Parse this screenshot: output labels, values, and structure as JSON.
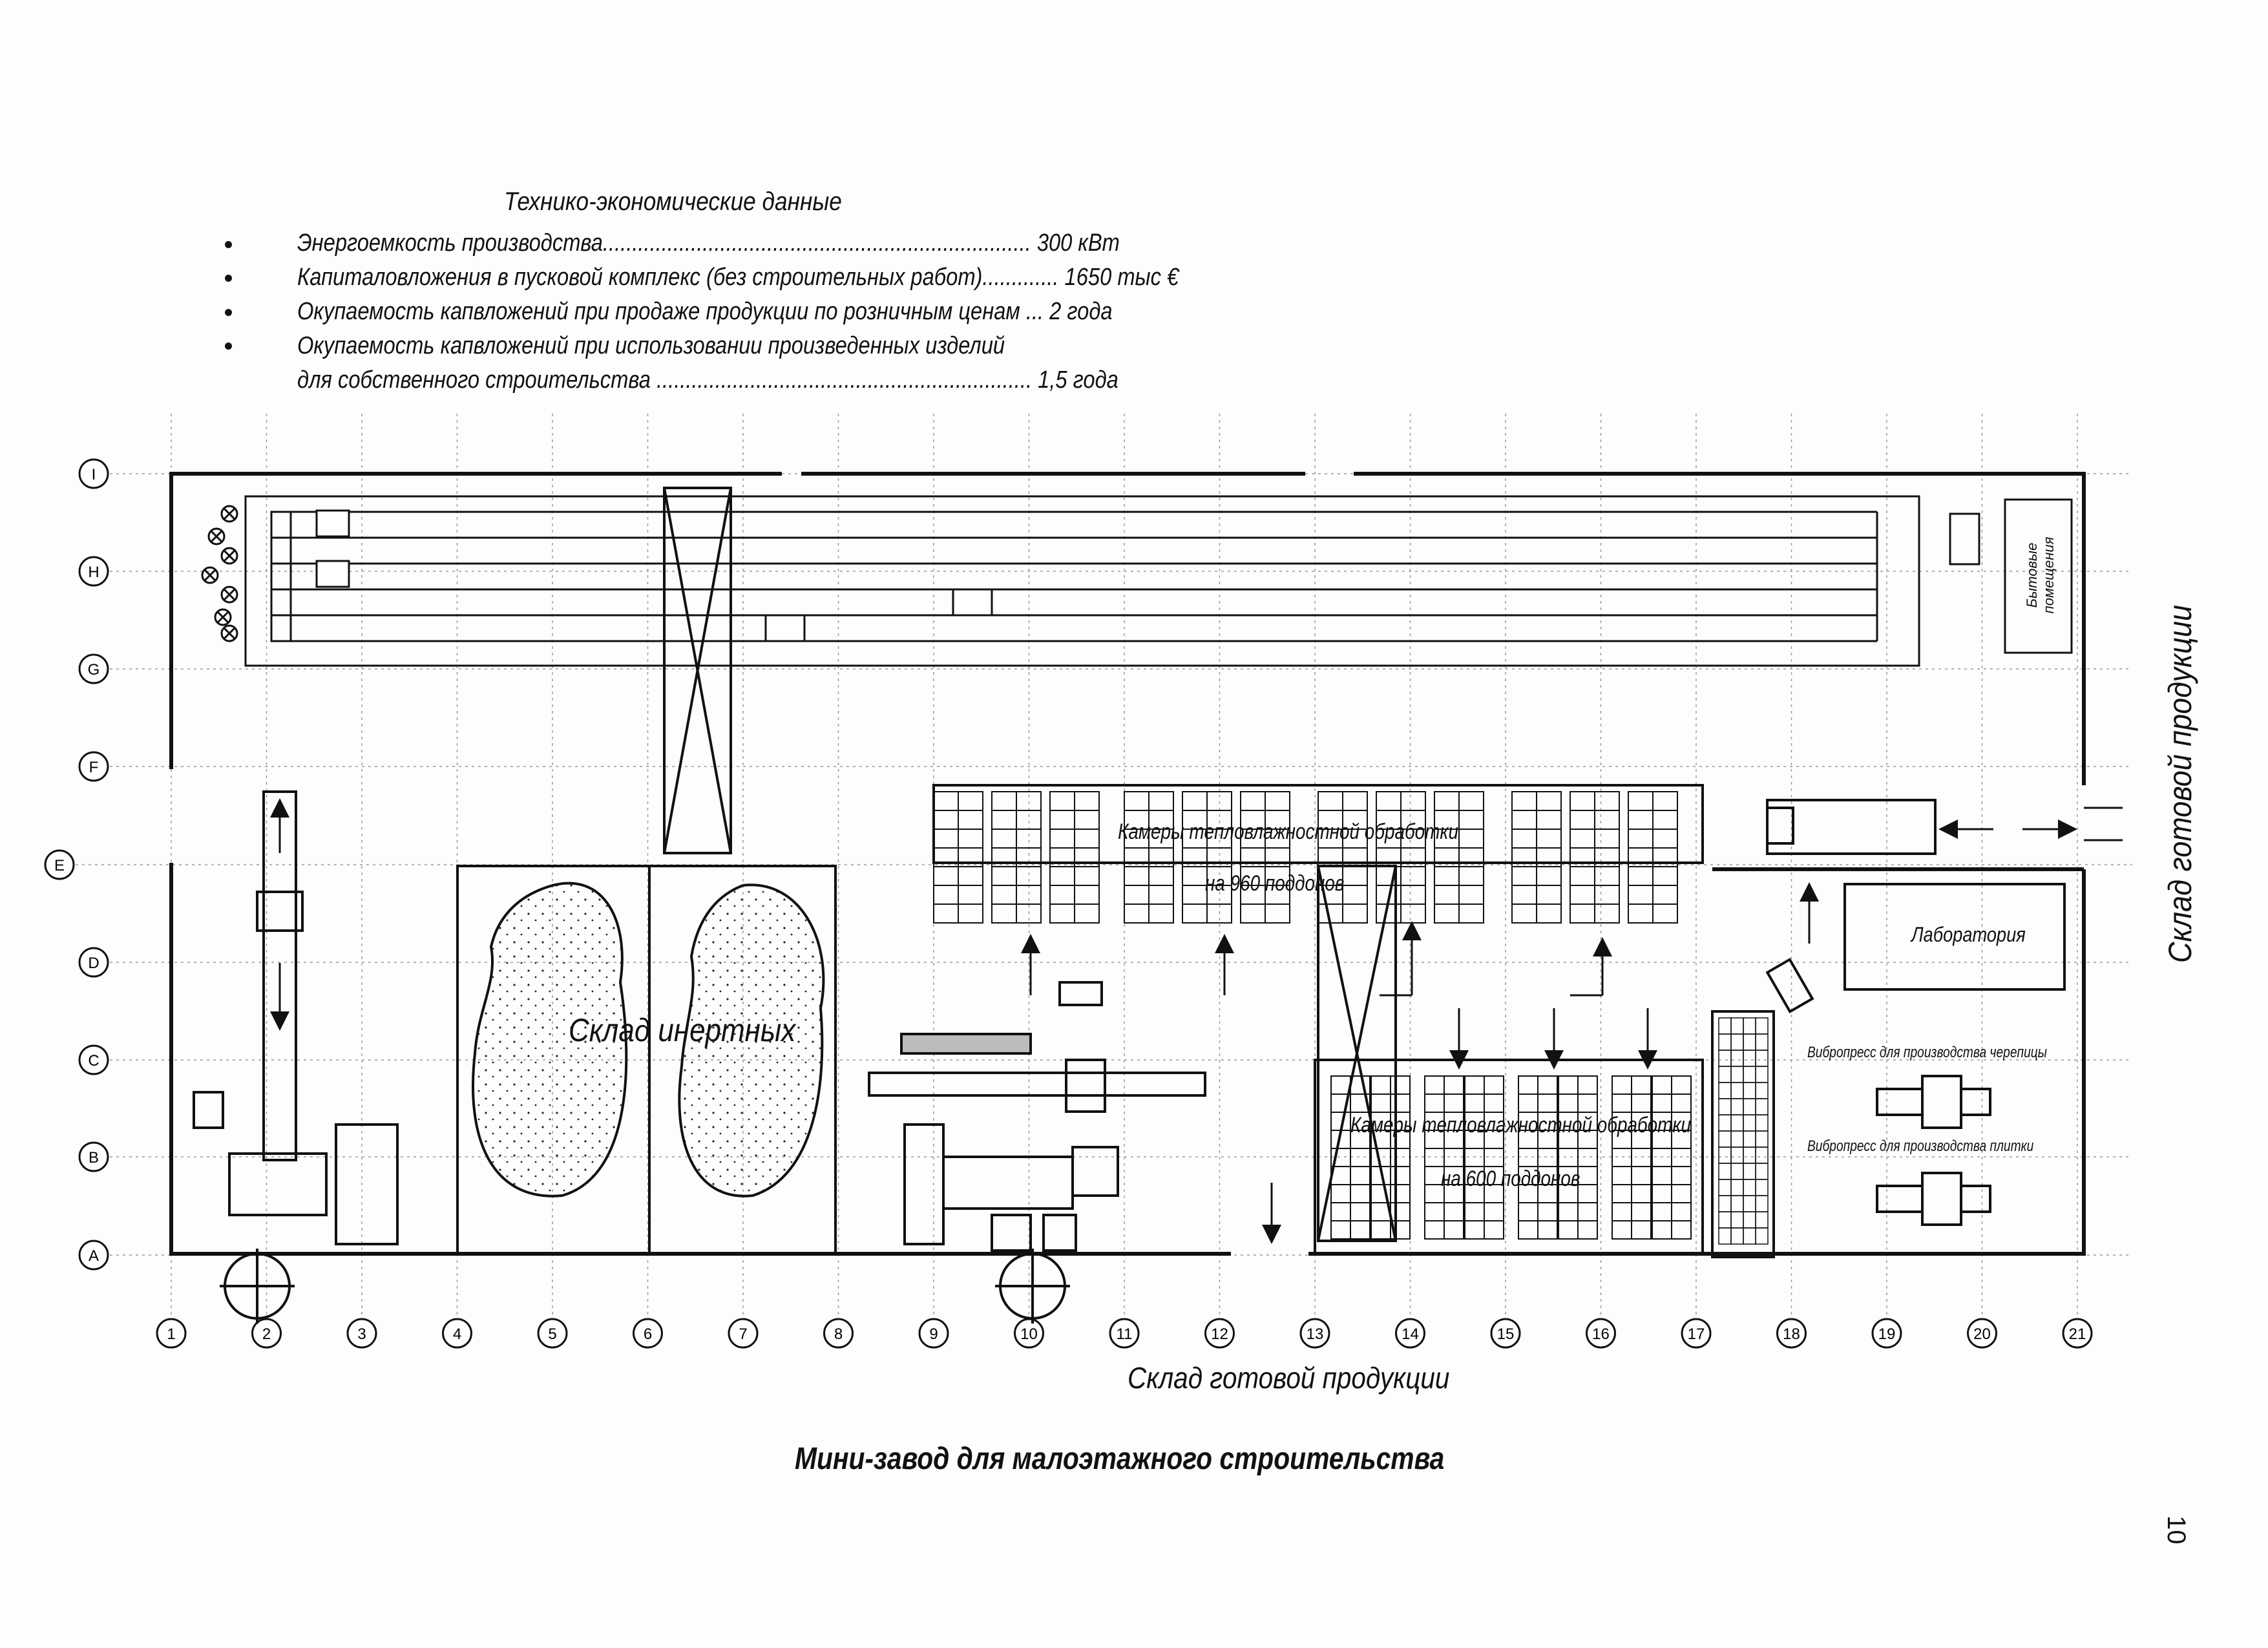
{
  "header": {
    "title": "Технико-экономические данные",
    "items": [
      {
        "text": "Энергоемкость производства......................................................................... 300 кВт"
      },
      {
        "text": "Капиталовложения в пусковой комплекс (без строительных работ)............. 1650 тыс €"
      },
      {
        "text": "Окупаемость капвложений при продаже продукции по розничным ценам ... 2 года"
      },
      {
        "text": "Окупаемость капвложений при использовании произведенных изделий"
      },
      {
        "text": "для собственного строительства ................................................................ 1,5 года"
      }
    ]
  },
  "plan": {
    "row_axes": [
      "I",
      "H",
      "G",
      "F",
      "E",
      "D",
      "C",
      "B",
      "A"
    ],
    "column_axes": [
      "1",
      "2",
      "3",
      "4",
      "5",
      "6",
      "7",
      "8",
      "9",
      "10",
      "11",
      "12",
      "13",
      "14",
      "15",
      "16",
      "17",
      "18",
      "19",
      "20",
      "21"
    ],
    "labels": {
      "inert_warehouse": "Склад  инертных",
      "chambers_960_l1": "Камеры  тепловлажностной  обработки",
      "chambers_960_l2": "на 960 поддонов",
      "chambers_600_l1": "Камеры  тепловлажностной  обработки",
      "chambers_600_l2": "на 600 поддонов",
      "laboratory": "Лаборатория",
      "household": "Бытовые помещения",
      "vibropress_tile_roof": "Вибропресс для производства черепицы",
      "vibropress_tile": "Вибропресс для производства плитки",
      "warehouse_bottom": "Склад  готовой  продукции",
      "warehouse_right": "Склад  готовой  продукции"
    }
  },
  "footer": {
    "title": "Мини-завод для малоэтажного строительства",
    "page_number": "10"
  }
}
